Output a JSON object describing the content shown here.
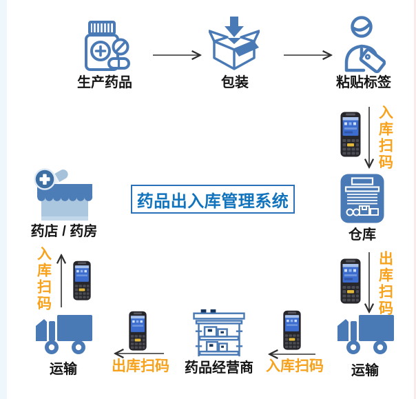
{
  "title": {
    "text": "药品出入库管理系统"
  },
  "nodes": {
    "produce": {
      "label": "生产药品"
    },
    "packaging": {
      "label": "包装"
    },
    "labeling": {
      "label": "粘贴标签"
    },
    "warehouse": {
      "label": "仓库"
    },
    "transport_right": {
      "label": "运输"
    },
    "distributor": {
      "label": "药品经营商"
    },
    "transport_left": {
      "label": "运输"
    },
    "pharmacy": {
      "label": "药店 / 药房"
    }
  },
  "scans": {
    "warehouse_in": {
      "label": "入库扫码"
    },
    "warehouse_out": {
      "label": "出库扫码"
    },
    "distributor_in": {
      "label": "入库扫码"
    },
    "distributor_out": {
      "label": "出库扫码"
    },
    "pharmacy_in": {
      "label": "入库扫码"
    }
  },
  "icons": {
    "produce": "medicine-bottle-icon",
    "packaging": "open-box-arrow-icon",
    "labeling": "person-with-tag-icon",
    "warehouse": "warehouse-building-icon",
    "transport": "truck-icon",
    "distributor": "storage-shelf-icon",
    "pharmacy": "pharmacy-store-icon",
    "scanner": "handheld-scanner-icon"
  },
  "colors": {
    "icon_blue": "#4a7ab5",
    "title_blue": "#1273bd",
    "accent_orange": "#f7a21c",
    "label_dark": "#141414",
    "scanner_body": "#26262b",
    "store_awning": "#4d7db6",
    "store_body": "#abc7df",
    "left_strip": "#eef7fc"
  }
}
